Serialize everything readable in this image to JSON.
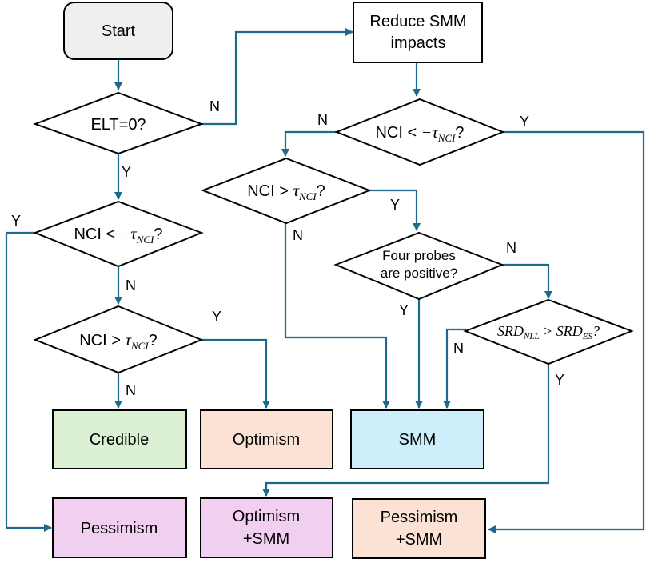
{
  "nodes": {
    "start": "Start",
    "reduce_line1": "Reduce SMM",
    "reduce_line2": "impacts",
    "elt_check": "ELT=0?",
    "nci_prefix": "NCI",
    "four_probes_line1": "Four probes",
    "four_probes_line2": "are positive?",
    "srd_nll": "SRD",
    "srd_nll_sub": "NLL",
    "srd_es": "SRD",
    "srd_es_sub": "ES",
    "tau": "τ",
    "tau_sub": "NCI",
    "credible": "Credible",
    "optimism": "Optimism",
    "smm": "SMM",
    "pessimism": "Pessimism",
    "optimism_smm_line1": "Optimism",
    "optimism_smm_line2": "+SMM",
    "pessimism_smm_line1": "Pessimism",
    "pessimism_smm_line2": "+SMM"
  },
  "edge_labels": {
    "yes": "Y",
    "no": "N"
  },
  "colors": {
    "start_fill": "#efefef",
    "credible_fill": "#dcf0d3",
    "optimism_fill": "#fbe2d5",
    "smm_fill": "#cdeefb",
    "pessimism_fill": "#f1cff0",
    "optimism_smm_fill": "#f1cff0",
    "pessimism_smm_fill": "#fbe2d5",
    "edge": "#1e6a8c"
  }
}
